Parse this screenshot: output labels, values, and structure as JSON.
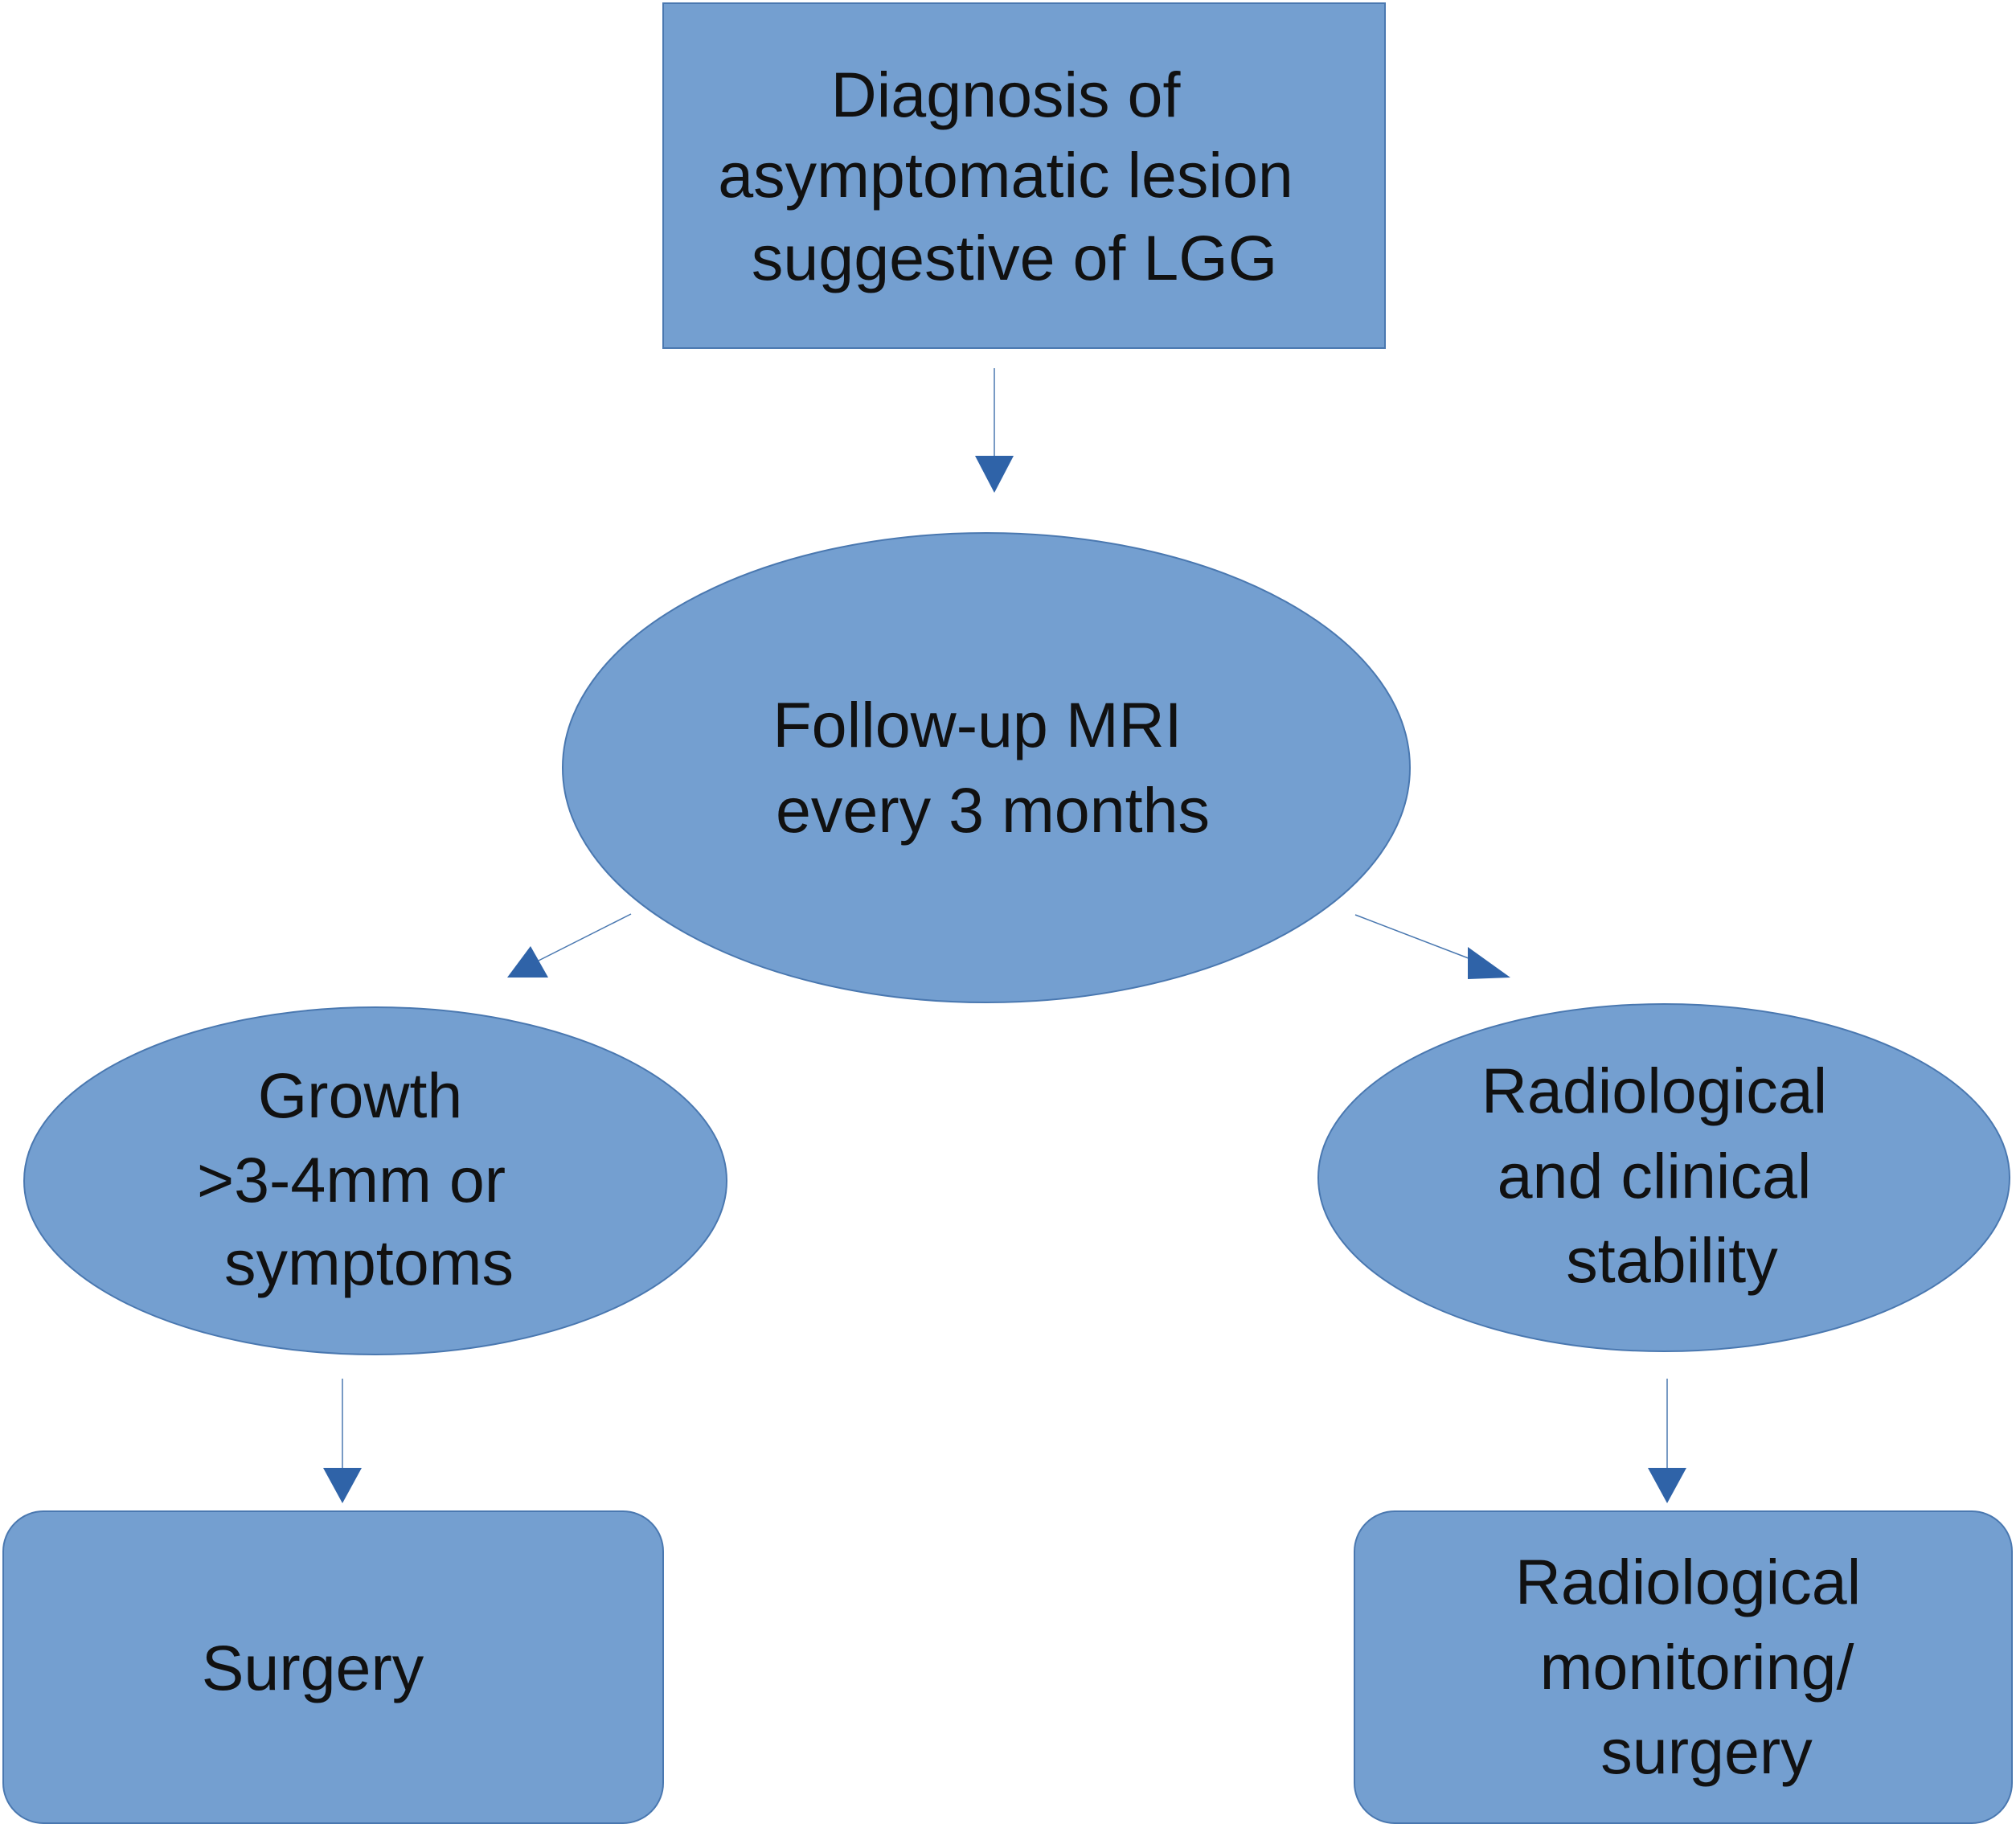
{
  "colors": {
    "node_fill": "#749fd0",
    "node_stroke": "#4a78b0",
    "arrow": "#2f63a8",
    "text": "#111111"
  },
  "nodes": {
    "diagnosis": {
      "shape": "rectangle",
      "lines": [
        "Diagnosis of",
        "asymptomatic lesion",
        "suggestive of LGG"
      ]
    },
    "followup": {
      "shape": "ellipse",
      "lines": [
        "Follow-up MRI",
        "every 3 months"
      ]
    },
    "growth": {
      "shape": "ellipse",
      "lines": [
        "Growth",
        ">3-4mm or",
        "symptoms"
      ]
    },
    "stability": {
      "shape": "ellipse",
      "lines": [
        "Radiological",
        "and clinical",
        "stability"
      ]
    },
    "surgery": {
      "shape": "rounded-rectangle",
      "lines": [
        "Surgery"
      ]
    },
    "monitoring": {
      "shape": "rounded-rectangle",
      "lines": [
        "Radiological",
        "monitoring/",
        "surgery"
      ]
    }
  },
  "edges": [
    {
      "from": "diagnosis",
      "to": "followup"
    },
    {
      "from": "followup",
      "to": "growth"
    },
    {
      "from": "followup",
      "to": "stability"
    },
    {
      "from": "growth",
      "to": "surgery"
    },
    {
      "from": "stability",
      "to": "monitoring"
    }
  ]
}
